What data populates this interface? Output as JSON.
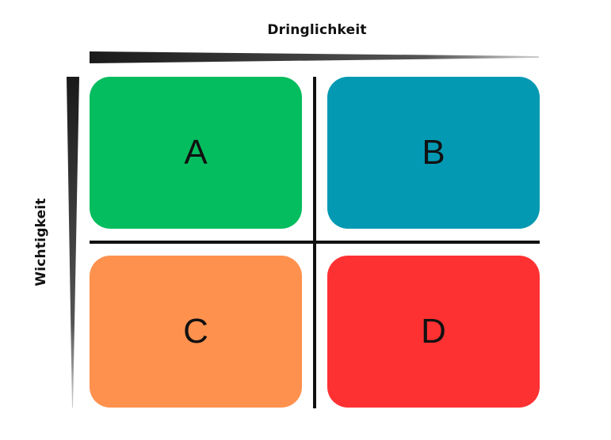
{
  "axes": {
    "x_label": "Dringlichkeit",
    "y_label": "Wichtigkeit"
  },
  "quadrants": [
    {
      "label": "A",
      "color": "#04BD5E"
    },
    {
      "label": "B",
      "color": "#0399B2"
    },
    {
      "label": "C",
      "color": "#FE914E"
    },
    {
      "label": "D",
      "color": "#FE3132"
    }
  ]
}
